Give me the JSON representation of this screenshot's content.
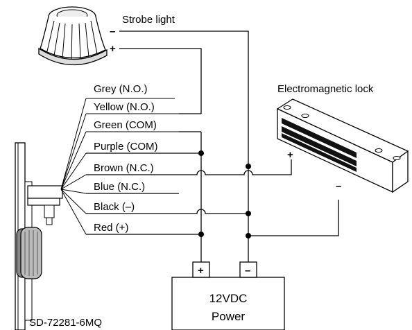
{
  "title": "",
  "components": {
    "strobe": {
      "label": "Strobe light",
      "minus": "–",
      "plus": "+"
    },
    "lock": {
      "label": "Electromagnetic lock",
      "plus": "+",
      "minus": "–"
    },
    "power": {
      "line1": "12VDC",
      "line2": "Power",
      "plus": "+",
      "minus": "–"
    },
    "device": {
      "label": "SD-72281-6MQ"
    }
  },
  "wires": [
    {
      "label": "Grey (N.O.)"
    },
    {
      "label": "Yellow (N.O.)"
    },
    {
      "label": "Green (COM)"
    },
    {
      "label": "Purple (COM)"
    },
    {
      "label": "Brown (N.C.)"
    },
    {
      "label": "Blue (N.C.)"
    },
    {
      "label": "Black (–)"
    },
    {
      "label": "Red (+)"
    }
  ]
}
